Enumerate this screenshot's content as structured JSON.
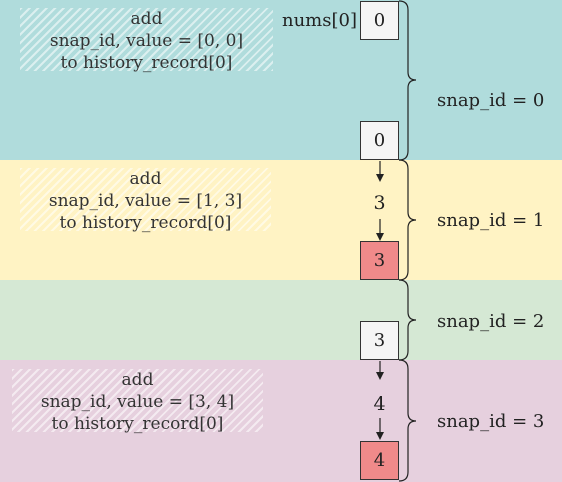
{
  "colors": {
    "band_teal": "#b0dcdc",
    "band_yellow": "#fff3c4",
    "band_green": "#d5e8d4",
    "band_pink": "#e6d0de",
    "cell_gray": "#f5f5f5",
    "cell_red": "#f08a8a",
    "line": "#222222"
  },
  "array_label": "nums[0]",
  "bands": [
    {
      "snap_label": "snap_id = 0",
      "note": [
        "add",
        "snap_id, value = [0, 0]",
        "to history_record[0]"
      ],
      "top_cell": "0",
      "bottom_cell": "0"
    },
    {
      "snap_label": "snap_id = 1",
      "note": [
        "add",
        "snap_id, value = [1, 3]",
        "to history_record[0]"
      ],
      "value": "3",
      "bottom_cell": "3"
    },
    {
      "snap_label": "snap_id = 2",
      "bottom_cell": "3"
    },
    {
      "snap_label": "snap_id = 3",
      "note": [
        "add",
        "snap_id, value = [3, 4]",
        "to history_record[0]"
      ],
      "value": "4",
      "bottom_cell": "4"
    }
  ]
}
